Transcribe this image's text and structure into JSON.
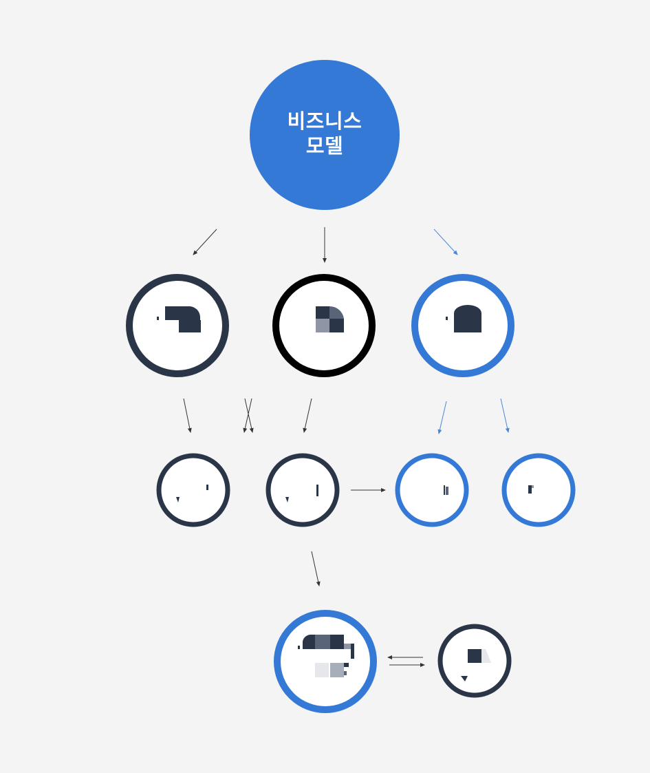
{
  "diagram": {
    "root": {
      "label_line1": "비즈니스",
      "label_line2": "모델",
      "color": "#3579d6"
    },
    "colors": {
      "background": "#f4f4f5",
      "primary_blue": "#3579d6",
      "dark_navy": "#2b3548",
      "black": "#000000",
      "arrow_dark": "#333333",
      "arrow_blue": "#4a86d4"
    },
    "levels": [
      {
        "name": "level-1",
        "nodes": [
          "node-l1-a",
          "node-l1-b",
          "node-l1-c"
        ]
      },
      {
        "name": "level-2",
        "nodes": [
          "node-l2-a",
          "node-l2-b",
          "node-l2-c",
          "node-l2-d"
        ]
      },
      {
        "name": "level-3",
        "nodes": [
          "node-l3-a",
          "node-l3-b"
        ]
      }
    ]
  }
}
